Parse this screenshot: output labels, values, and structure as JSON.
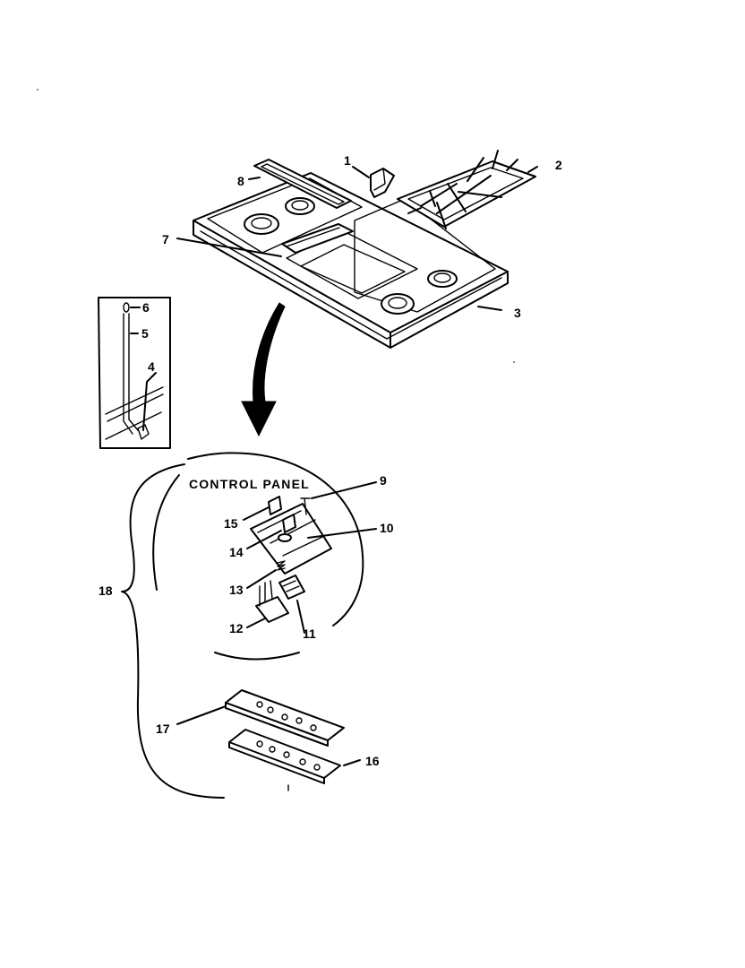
{
  "diagram": {
    "control_panel_title": "CONTROL PANEL",
    "callouts": {
      "c1": "1",
      "c2": "2",
      "c3": "3",
      "c4": "4",
      "c5": "5",
      "c6": "6",
      "c7": "7",
      "c8": "8",
      "c9": "9",
      "c10": "10",
      "c11": "11",
      "c12": "12",
      "c13": "13",
      "c14": "14",
      "c15": "15",
      "c16": "16",
      "c17": "17",
      "c18": "18"
    }
  }
}
